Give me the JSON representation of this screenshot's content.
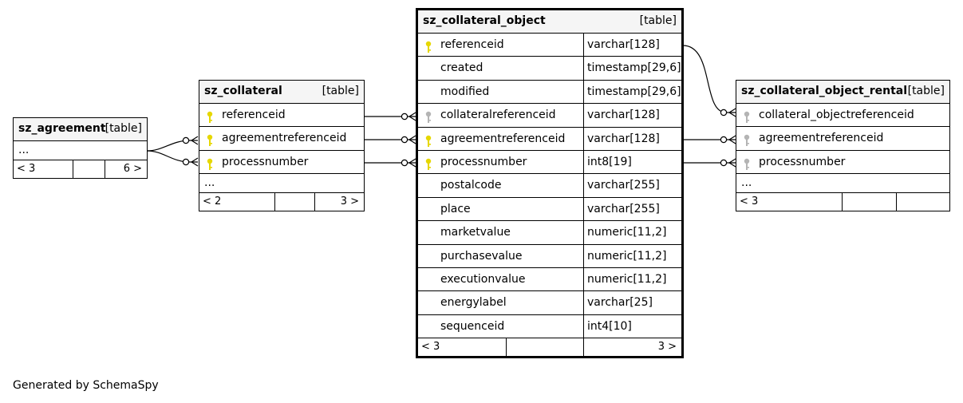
{
  "tables": {
    "agreement": {
      "name": "sz_agreement",
      "kind": "[table]",
      "ellipsis": "...",
      "footer_left": "< 3",
      "footer_right": "6 >"
    },
    "collateral": {
      "name": "sz_collateral",
      "kind": "[table]",
      "columns": [
        {
          "name": "referenceid",
          "key": "primary"
        },
        {
          "name": "agreementreferenceid",
          "key": "primary"
        },
        {
          "name": "processnumber",
          "key": "primary"
        }
      ],
      "ellipsis": "...",
      "footer_left": "< 2",
      "footer_right": "3 >"
    },
    "collateral_object": {
      "name": "sz_collateral_object",
      "kind": "[table]",
      "columns": [
        {
          "name": "referenceid",
          "type": "varchar[128]",
          "key": "primary"
        },
        {
          "name": "created",
          "type": "timestamp[29,6]",
          "key": "none"
        },
        {
          "name": "modified",
          "type": "timestamp[29,6]",
          "key": "none"
        },
        {
          "name": "collateralreferenceid",
          "type": "varchar[128]",
          "key": "foreign"
        },
        {
          "name": "agreementreferenceid",
          "type": "varchar[128]",
          "key": "primary"
        },
        {
          "name": "processnumber",
          "type": "int8[19]",
          "key": "primary"
        },
        {
          "name": "postalcode",
          "type": "varchar[255]",
          "key": "none"
        },
        {
          "name": "place",
          "type": "varchar[255]",
          "key": "none"
        },
        {
          "name": "marketvalue",
          "type": "numeric[11,2]",
          "key": "none"
        },
        {
          "name": "purchasevalue",
          "type": "numeric[11,2]",
          "key": "none"
        },
        {
          "name": "executionvalue",
          "type": "numeric[11,2]",
          "key": "none"
        },
        {
          "name": "energylabel",
          "type": "varchar[25]",
          "key": "none"
        },
        {
          "name": "sequenceid",
          "type": "int4[10]",
          "key": "none"
        }
      ],
      "footer_left": "< 3",
      "footer_right": "3 >"
    },
    "collateral_object_rental": {
      "name": "sz_collateral_object_rental",
      "kind": "[table]",
      "columns": [
        {
          "name": "collateral_objectreferenceid",
          "key": "foreign"
        },
        {
          "name": "agreementreferenceid",
          "key": "foreign"
        },
        {
          "name": "processnumber",
          "key": "foreign"
        }
      ],
      "ellipsis": "...",
      "footer_left": "< 3"
    }
  },
  "colors": {
    "primary_key": "#e6d700",
    "foreign_key": "#b4b4b4",
    "header_bg": "#f5f5f5",
    "line": "#000000"
  },
  "credit": "Generated by SchemaSpy"
}
